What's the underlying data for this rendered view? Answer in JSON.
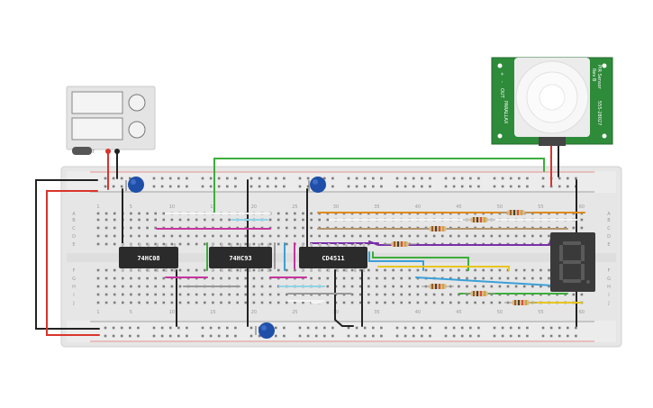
{
  "chips": [
    {
      "id": "chip-74hc08",
      "label": "74HC08"
    },
    {
      "id": "chip-74hc93",
      "label": "74HC93"
    },
    {
      "id": "chip-cd4511",
      "label": "CD4511"
    }
  ],
  "breadboard": {
    "columns_top": [
      "1",
      "5",
      "10",
      "15",
      "20",
      "25",
      "30",
      "35",
      "40",
      "45",
      "50",
      "55",
      "60"
    ],
    "columns_bottom": [
      "1",
      "5",
      "10",
      "15",
      "20",
      "25",
      "30",
      "35",
      "40",
      "45",
      "50",
      "55",
      "60"
    ],
    "rows_top": [
      "A",
      "B",
      "C",
      "D",
      "E"
    ],
    "rows_bottom": [
      "F",
      "G",
      "H",
      "I",
      "J"
    ]
  },
  "pir_sensor": {
    "name": "PIR Sensor",
    "rev": "Rev B",
    "part": "555-28027",
    "brand": "PARALLAX",
    "pins": [
      "+",
      "-",
      "OUT"
    ]
  },
  "power_supply": {
    "off_label": "OFF"
  },
  "display": {
    "digit": "8."
  },
  "colors": {
    "board": "#e8e8e8",
    "rail_red": "#d9342b",
    "rail_dark": "#333333",
    "chip": "#2b2b2b",
    "sensor_pcb": "#2e8b3a",
    "capacitor": "#1f4fa8"
  }
}
